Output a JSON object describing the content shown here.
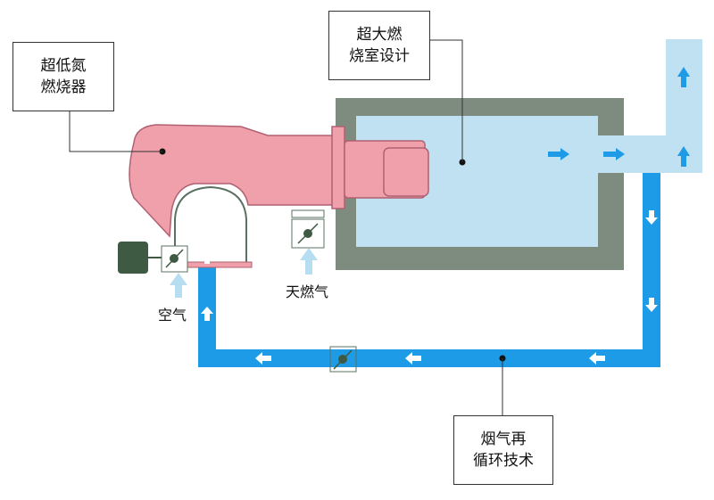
{
  "callouts": {
    "burner_line1": "超低氮",
    "burner_line2": "燃烧器",
    "chamber_line1": "超大燃",
    "chamber_line2": "烧室设计",
    "fgr_line1": "烟气再",
    "fgr_line2": "循环技术"
  },
  "labels": {
    "gas": "天燃气",
    "air": "空气"
  },
  "colors": {
    "burner": "#f0a0aa",
    "chamber_wall": "#7d8c7e",
    "chamber_inner": "#bfe1f2",
    "flue_pipe": "#1e9be6",
    "flow_arrow": "#1e9be6",
    "inlet_arrow": "#b6ddf0",
    "motor": "#3f5a43"
  }
}
